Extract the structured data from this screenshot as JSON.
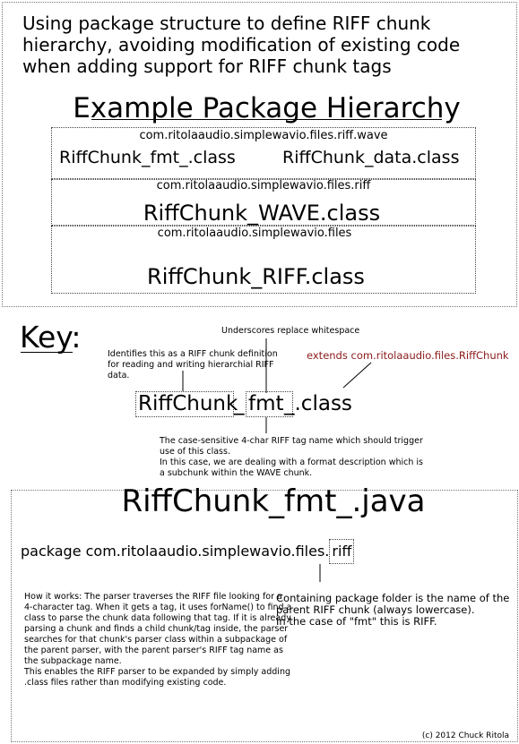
{
  "intro": {
    "text": "Using package structure to define RIFF chunk hierarchy, avoiding modification of existing code when adding support for RIFF chunk tags"
  },
  "hierarchy": {
    "title": "Example Package Hierarchy",
    "levels": [
      {
        "package": "com.ritolaaudio.simplewavio.files.riff.wave",
        "classes": [
          "RiffChunk_fmt_.class",
          "RiffChunk_data.class"
        ]
      },
      {
        "package": "com.ritolaaudio.simplewavio.files.riff",
        "classes": [
          "RiffChunk_WAVE.class"
        ]
      },
      {
        "package": "com.ritolaaudio.simplewavio.files",
        "classes": [
          "RiffChunk_RIFF.class"
        ]
      }
    ]
  },
  "key": {
    "title": "Key:",
    "underscores_note": "Underscores replace whitespace",
    "identifies_note": "Identifies this as a RIFF chunk definition for reading and writing hierarchial RIFF data.",
    "extends_note": "extends com.ritolaaudio.files.RiffChunk",
    "tokens": {
      "prefix": "RiffChunk",
      "sep": "_",
      "tag": "fmt",
      "suffix": "_.class"
    },
    "tag_note": "The case-sensitive 4-char RIFF tag name which should trigger use of this class.\nIn this case, we are dealing with a format description which is a subchunk within the WAVE chunk."
  },
  "java": {
    "title": "RiffChunk_fmt_.java",
    "package_prefix": "package com.ritolaaudio.simplewavio.files.",
    "package_last": "riff",
    "how_it_works": "How it works: The parser traverses the RIFF file looking for a 4-character tag. When it gets a tag, it uses forName() to find a class to parse the chunk data following that tag. If it is already parsing a chunk and finds a child chunk/tag inside, the parser searches for that chunk's parser class within a subpackage of the parent parser, with the parent parser's RIFF tag name as the subpackage name.\nThis enables the RIFF parser to be expanded by simply adding .class files rather than modifying existing code.",
    "containing_note": "Containing package folder is the name of the parent RIFF chunk (always lowercase).\nIn the case of \"fmt\" this is RIFF.",
    "copyright": "(c) 2012 Chuck Ritola"
  },
  "colors": {
    "extends_text": "#8b1a1a",
    "frame": "#777777"
  }
}
